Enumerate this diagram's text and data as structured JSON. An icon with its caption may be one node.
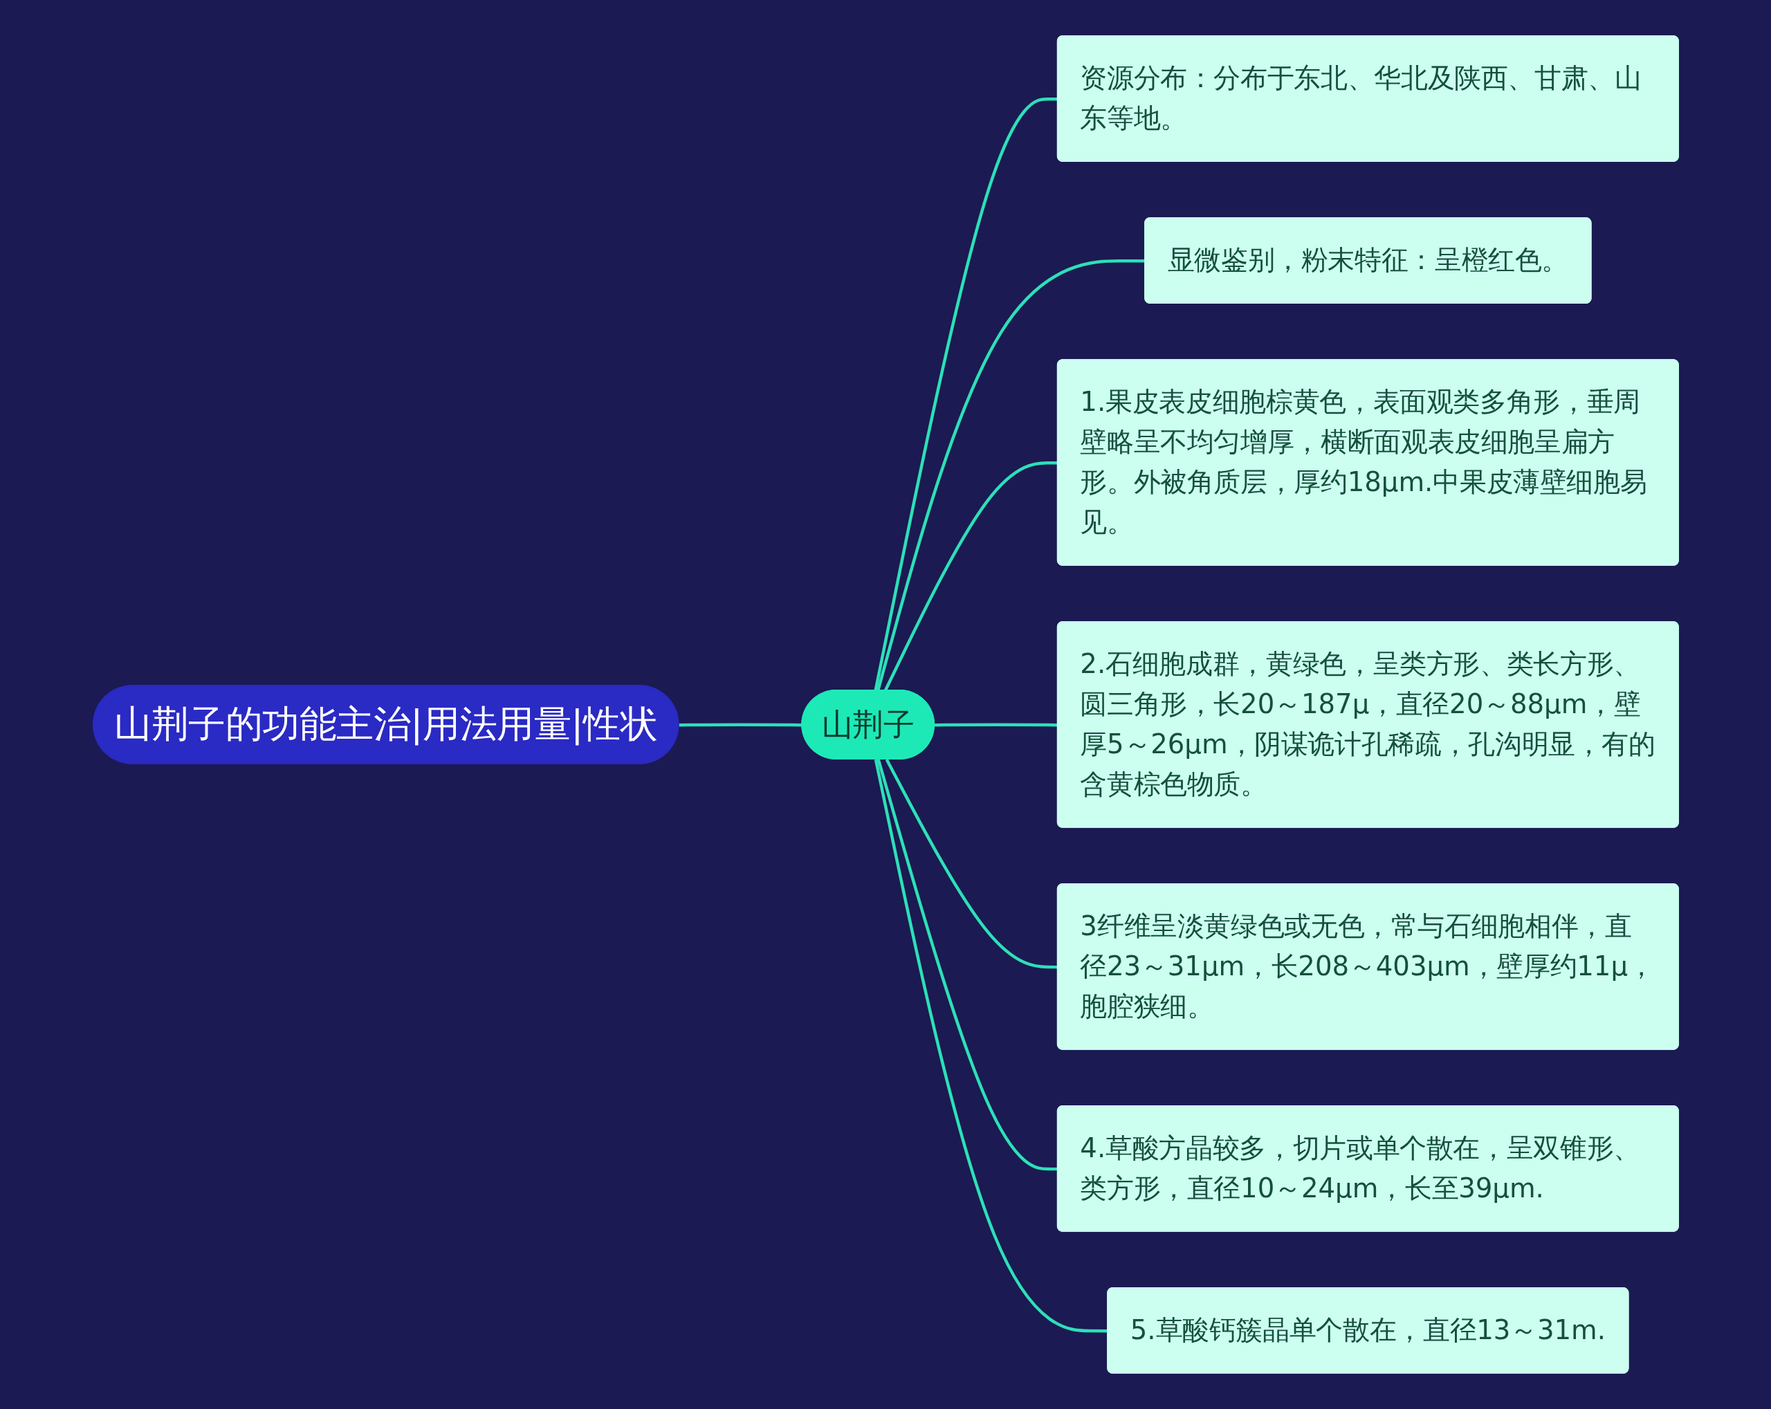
{
  "diagram": {
    "nodes": [
      {
        "text": [
          "山荆子的功能主治|用法用量|性状"
        ]
      },
      {
        "text": [
          "山荆子"
        ]
      },
      {
        "text": [
          "资源分布：分布于东北、华北及陕西、甘肃、山东等地。"
        ]
      },
      {
        "text": [
          "显微鉴别，粉末特征：呈橙红色。"
        ]
      },
      {
        "text": [
          "1.果皮表皮细胞棕黄色，表面观类多角形，垂周壁略呈不均匀增厚，横断面观表皮细胞呈扁方形。外被角质层，厚约18μm.中果皮薄壁细胞易见。"
        ]
      },
      {
        "text": [
          "2.石细胞成群，黄绿色，呈类方形、类长方形、圆三角形，长20～187μ，直径20～88μm，壁厚5～26μm，阴谋诡计孔稀疏，孔沟明显，有的含黄棕色物质。"
        ]
      },
      {
        "text": [
          "3纤维呈淡黄绿色或无色，常与石细胞相伴，直径23～31μm，长208～403μm，壁厚约11μ，胞腔狭细。"
        ]
      },
      {
        "text": [
          "4.草酸方晶较多，切片或单个散在，呈双锥形、类方形，直径10～24μm，长至39μm."
        ]
      },
      {
        "text": [
          "5.草酸钙簇晶单个散在，直径13～31m."
        ]
      }
    ],
    "edges": [
      {
        "from": 0,
        "to": 1,
        "arrow": "none"
      },
      {
        "from": 1,
        "to": 2,
        "arrow": "none"
      },
      {
        "from": 1,
        "to": 3,
        "arrow": "none"
      },
      {
        "from": 1,
        "to": 4,
        "arrow": "none"
      },
      {
        "from": 1,
        "to": 5,
        "arrow": "none"
      },
      {
        "from": 1,
        "to": 6,
        "arrow": "none"
      },
      {
        "from": 1,
        "to": 7,
        "arrow": "none"
      },
      {
        "from": 1,
        "to": 8,
        "arrow": "none"
      }
    ]
  }
}
